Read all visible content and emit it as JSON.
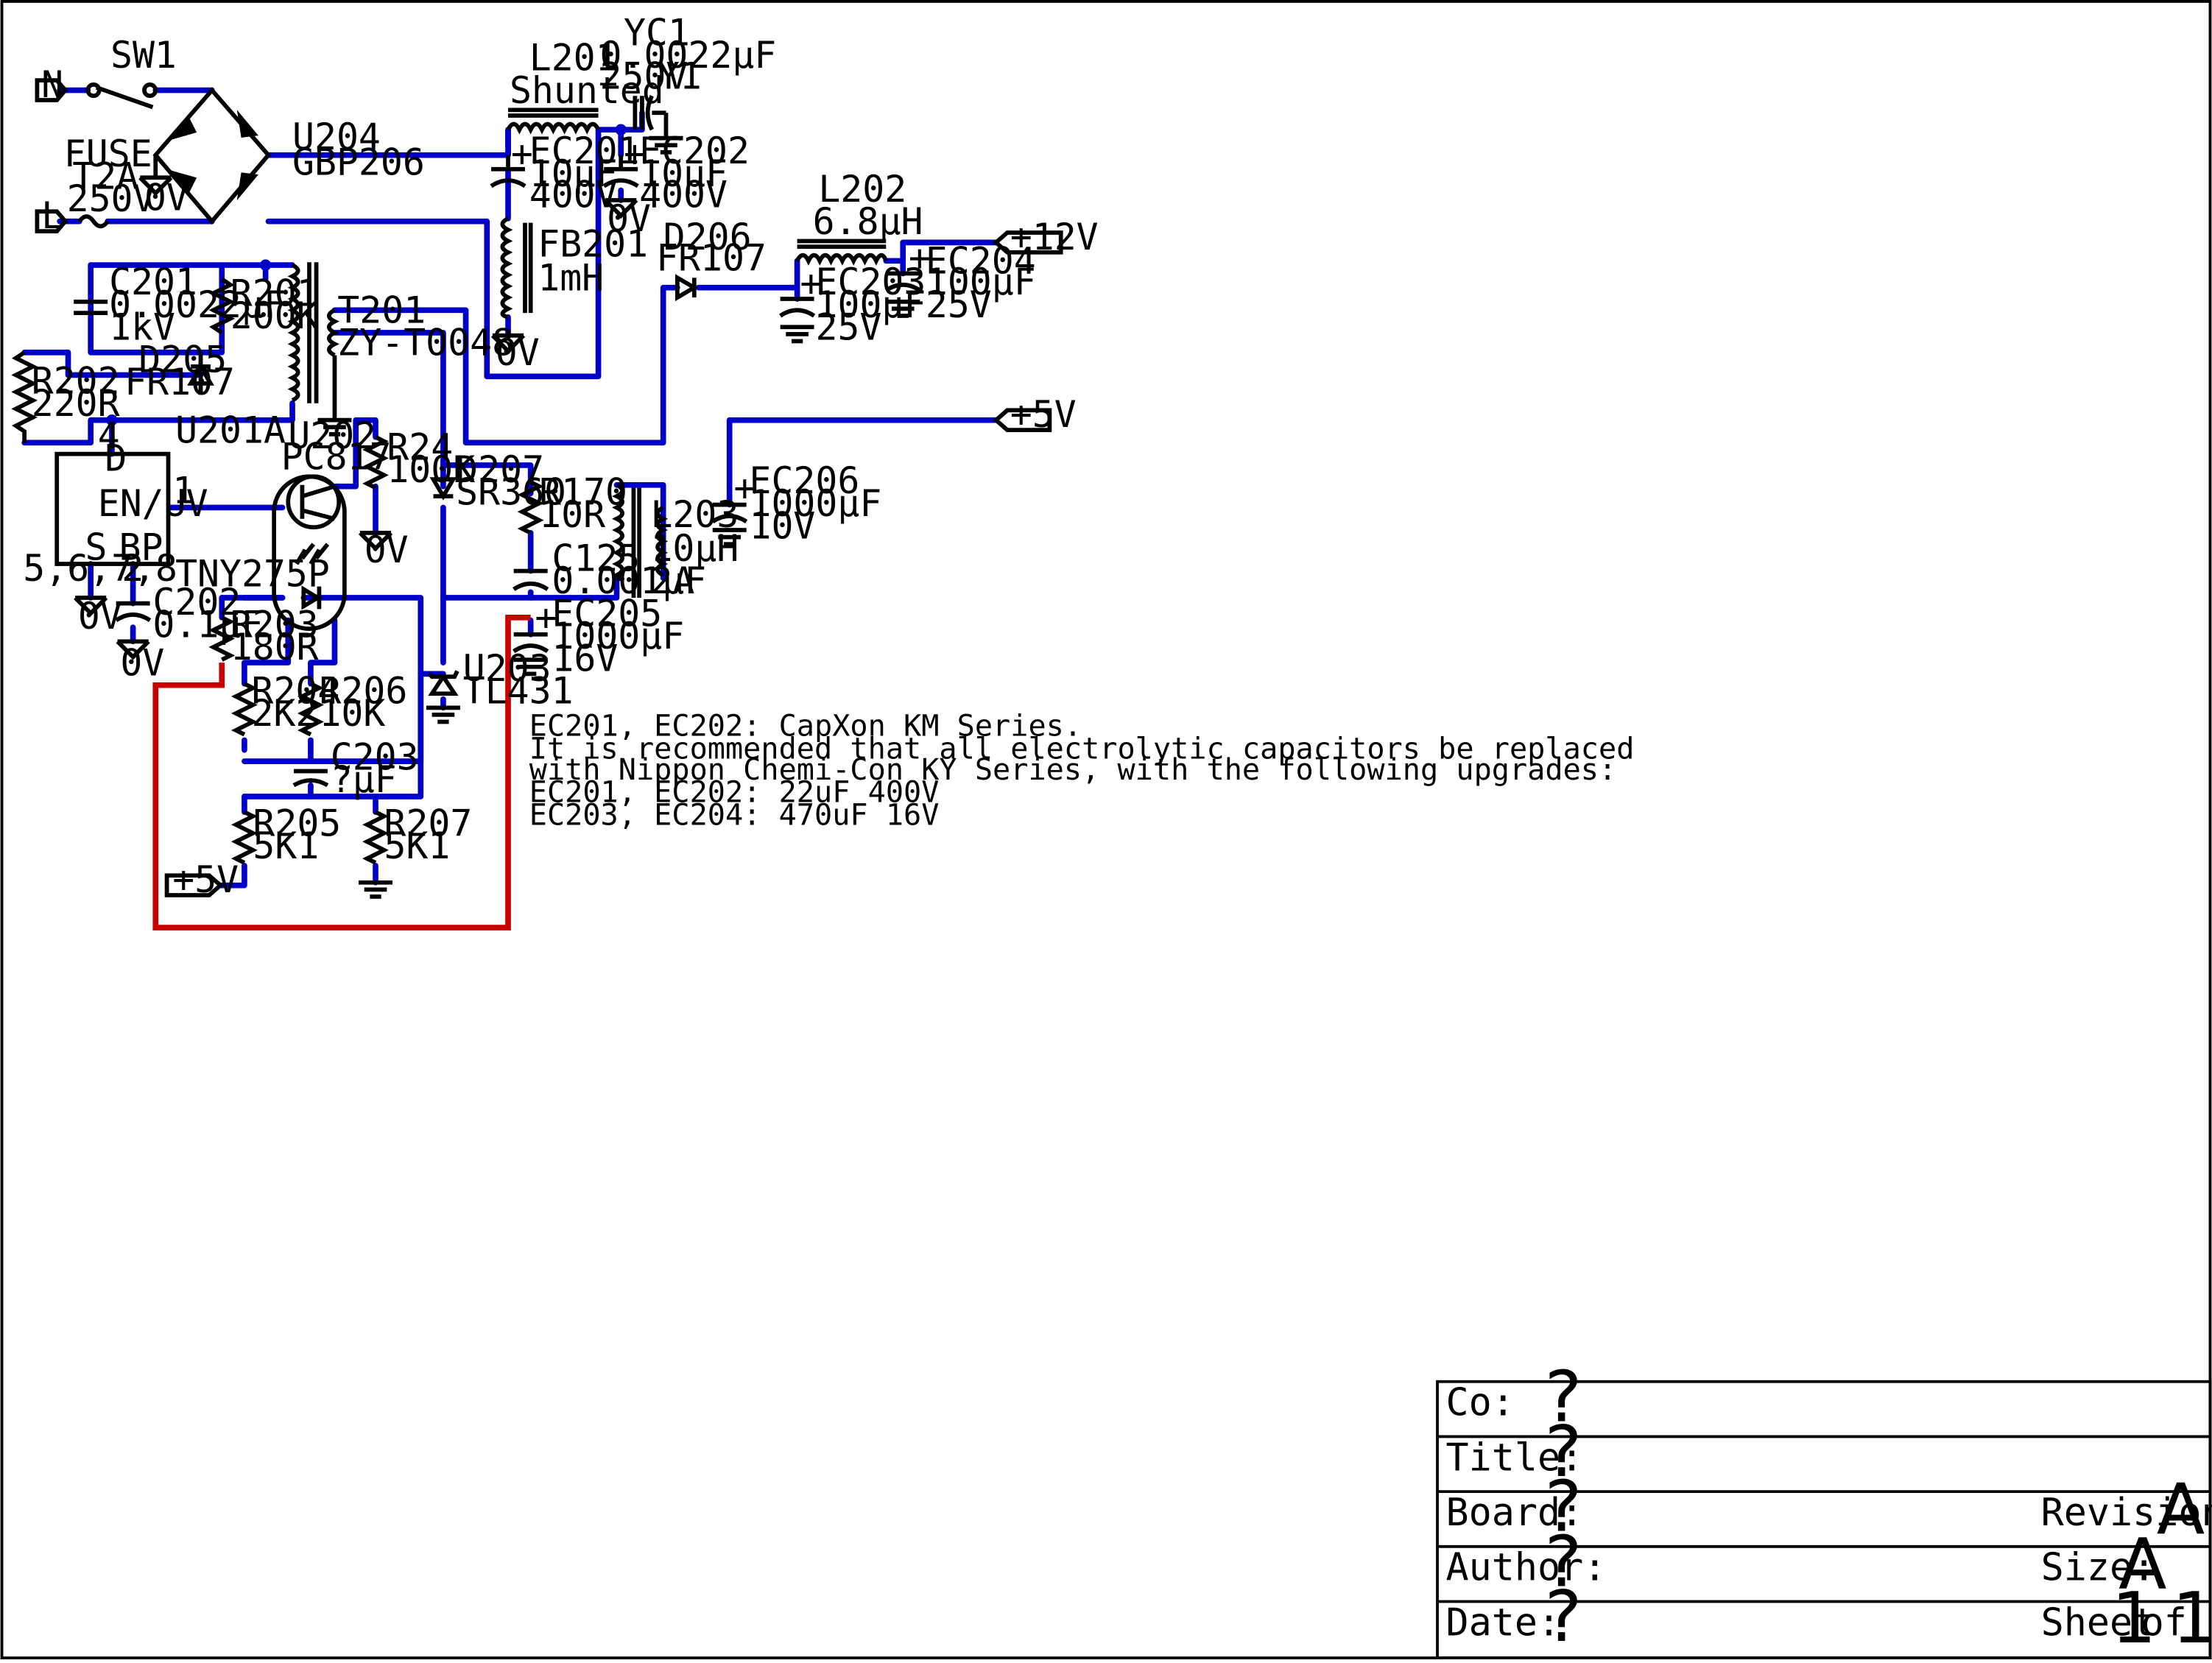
{
  "schematic": {
    "components": {
      "sw1": "SW1",
      "port_n": "N",
      "port_l": "L",
      "fuse_name": "FUSE",
      "fuse_rating": "T2A",
      "fuse_voltage": "250V",
      "u204": "U204",
      "u204_part": "GBP206",
      "l201": "L201",
      "l201_note": "Shunted",
      "yc1": "YC1",
      "yc1_value": "0.0022µF",
      "yc1_voltage": "250V",
      "yc1_class": "Y1",
      "ec201": "EC201",
      "ec201_value": "10µF",
      "ec201_voltage": "400V",
      "ec202": "EC202",
      "ec202_value": "10µF",
      "ec202_voltage": "400V",
      "fb201": "FB201",
      "fb201_value": "1mH",
      "l202": "L202",
      "l202_value": "6.8µH",
      "port_12v": "+12V",
      "d206": "D206",
      "d206_part": "FR107",
      "ec203": "EC203",
      "ec203_value": "100µF",
      "ec203_voltage": "25V",
      "ec204": "EC204",
      "ec204_value": "100µF",
      "ec204_voltage": "25V",
      "c201": "C201",
      "c201_value": "0.0022µF",
      "c201_voltage": "1kV",
      "r201": "R201",
      "r201_value": "200K",
      "t201": "T201",
      "t201_part": "ZY-T0048",
      "d205": "D205",
      "d205_part": "FR107",
      "r202": "R202",
      "r202_value": "220R",
      "u201a": "U201A",
      "u201_part": "TNY275P",
      "u201_pin_d": "D",
      "u201_pin_en": "EN/UV",
      "u201_pin_s": "S",
      "u201_pin_bp": "BP",
      "u201_pinnum_4": "4",
      "u201_pinnum_1": "1",
      "u201_pinnum_2": "2",
      "u201_pinnum_s": "5,6,7,8",
      "u202": "U202",
      "u202_part": "PC817",
      "r24": "R24",
      "r24_value": "100K",
      "d207": "D207",
      "d207_part": "SR360",
      "r170": "R170",
      "r170_value": "10R",
      "l203": "L203",
      "l203_value": "10µH",
      "l203_current": "2A",
      "port_5v": "+5V",
      "ec206": "EC206",
      "ec206_value": "1000µF",
      "ec206_voltage": "10V",
      "c125": "C125",
      "c125_value": "0.001µF",
      "ec205": "EC205",
      "ec205_value": "1000µF",
      "ec205_voltage": "16V",
      "c202": "C202",
      "c202_value": "0.1µF",
      "r203": "R203",
      "r203_value": "180R",
      "r204": "R204",
      "r204_value": "2K2",
      "r206": "R206",
      "r206_value": "10K",
      "u203": "U203",
      "u203_part": "TL431",
      "c203": "C203",
      "c203_value": "?µF",
      "r205": "R205",
      "r205_value": "5K1",
      "r207": "R207",
      "r207_value": "5K1",
      "port_5v_b": "+5V",
      "gnd": "0V"
    },
    "notes": [
      "EC201, EC202: CapXon KM Series.",
      "It is recommended that all electrolytic capacitors be replaced",
      "with Nippon Chemi-Con KY Series, with the following upgrades:",
      "EC201, EC202: 22uF 400V",
      "EC203, EC204: 470uF 16V"
    ]
  },
  "title_block": {
    "co_label": "Co:",
    "co_value": "?",
    "title_label": "Title:",
    "title_value": "?",
    "board_label": "Board:",
    "board_value": "?",
    "revision_label": "Revision:",
    "revision_value": "A",
    "author_label": "Author:",
    "author_value": "?",
    "size_label": "Size:",
    "size_value": "A",
    "date_label": "Date:",
    "date_value": "?",
    "sheet_label": "Sheet",
    "sheet_value": "1",
    "of_label": "of",
    "of_value": "1"
  },
  "colors": {
    "wire": "#0000c8",
    "highlight_wire": "#c80000",
    "symbol": "#000000"
  }
}
